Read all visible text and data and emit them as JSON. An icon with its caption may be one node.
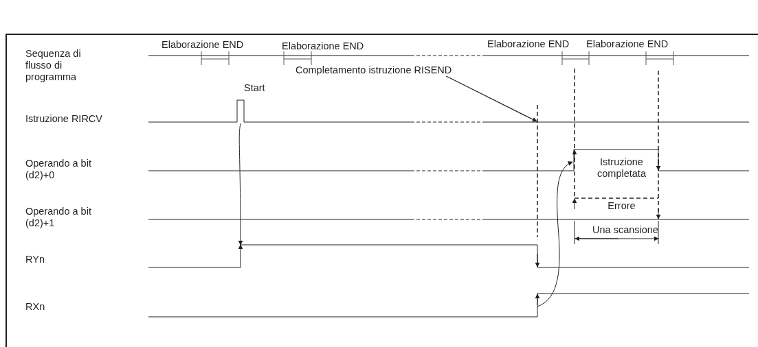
{
  "diagram": {
    "nodes": [
      {
        "text": [
          "Completamento istruzione RISEND"
        ]
      },
      {
        "text": [],
        "shape": "line"
      }
    ],
    "edges": [
      {
        "from": 0,
        "to": 1,
        "arrow": "to"
      }
    ],
    "labels": [
      "Elaborazione END",
      "Elaborazione END",
      "Elaborazione END",
      "Elaborazione END",
      "Sequenza di flusso di programma",
      "Start",
      "Istruzione RIRCV",
      "Operando a bit (d2)+0",
      "Istruzione completata",
      "Errore",
      "Operando a bit (d2)+1",
      "Una scansione",
      "RYn",
      "RXn"
    ]
  }
}
